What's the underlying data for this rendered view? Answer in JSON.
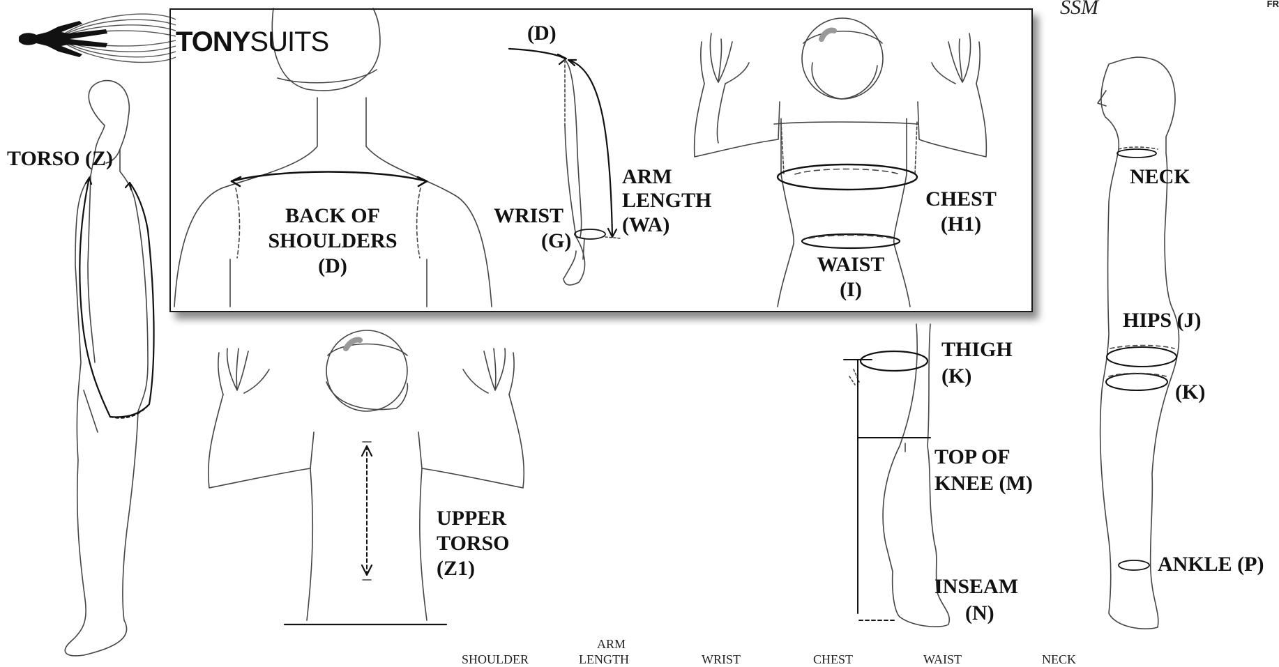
{
  "logo": {
    "brand_bold": "TONY",
    "brand_regular": "SUITS"
  },
  "corner_marks": {
    "left": "SSM",
    "right": "FR"
  },
  "labels": {
    "torso_z": "TORSO (Z)",
    "back_shoulders_1": "BACK OF",
    "back_shoulders_2": "SHOULDERS",
    "back_shoulders_3": "(D)",
    "arm_d": "(D)",
    "arm_length_1": "ARM",
    "arm_length_2": "LENGTH",
    "arm_length_3": "(WA)",
    "wrist_1": "WRIST",
    "wrist_2": "(G)",
    "chest_1": "CHEST",
    "chest_2": "(H1)",
    "waist_1": "WAIST",
    "waist_2": "(I)",
    "neck": "NECK",
    "hips": "HIPS (J)",
    "hips_k": "(K)",
    "ankle": "ANKLE (P)",
    "thigh_1": "THIGH",
    "thigh_2": "(K)",
    "knee_1": "TOP OF",
    "knee_2": "KNEE (M)",
    "inseam_1": "INSEAM",
    "inseam_2": "(N)",
    "upper_torso_1": "UPPER",
    "upper_torso_2": "TORSO",
    "upper_torso_3": "(Z1)"
  },
  "bottom_hints": [
    "SHOULDER",
    "ARM",
    "LENGTH",
    "WRIST",
    "CHEST",
    "WAIST",
    "NECK"
  ]
}
